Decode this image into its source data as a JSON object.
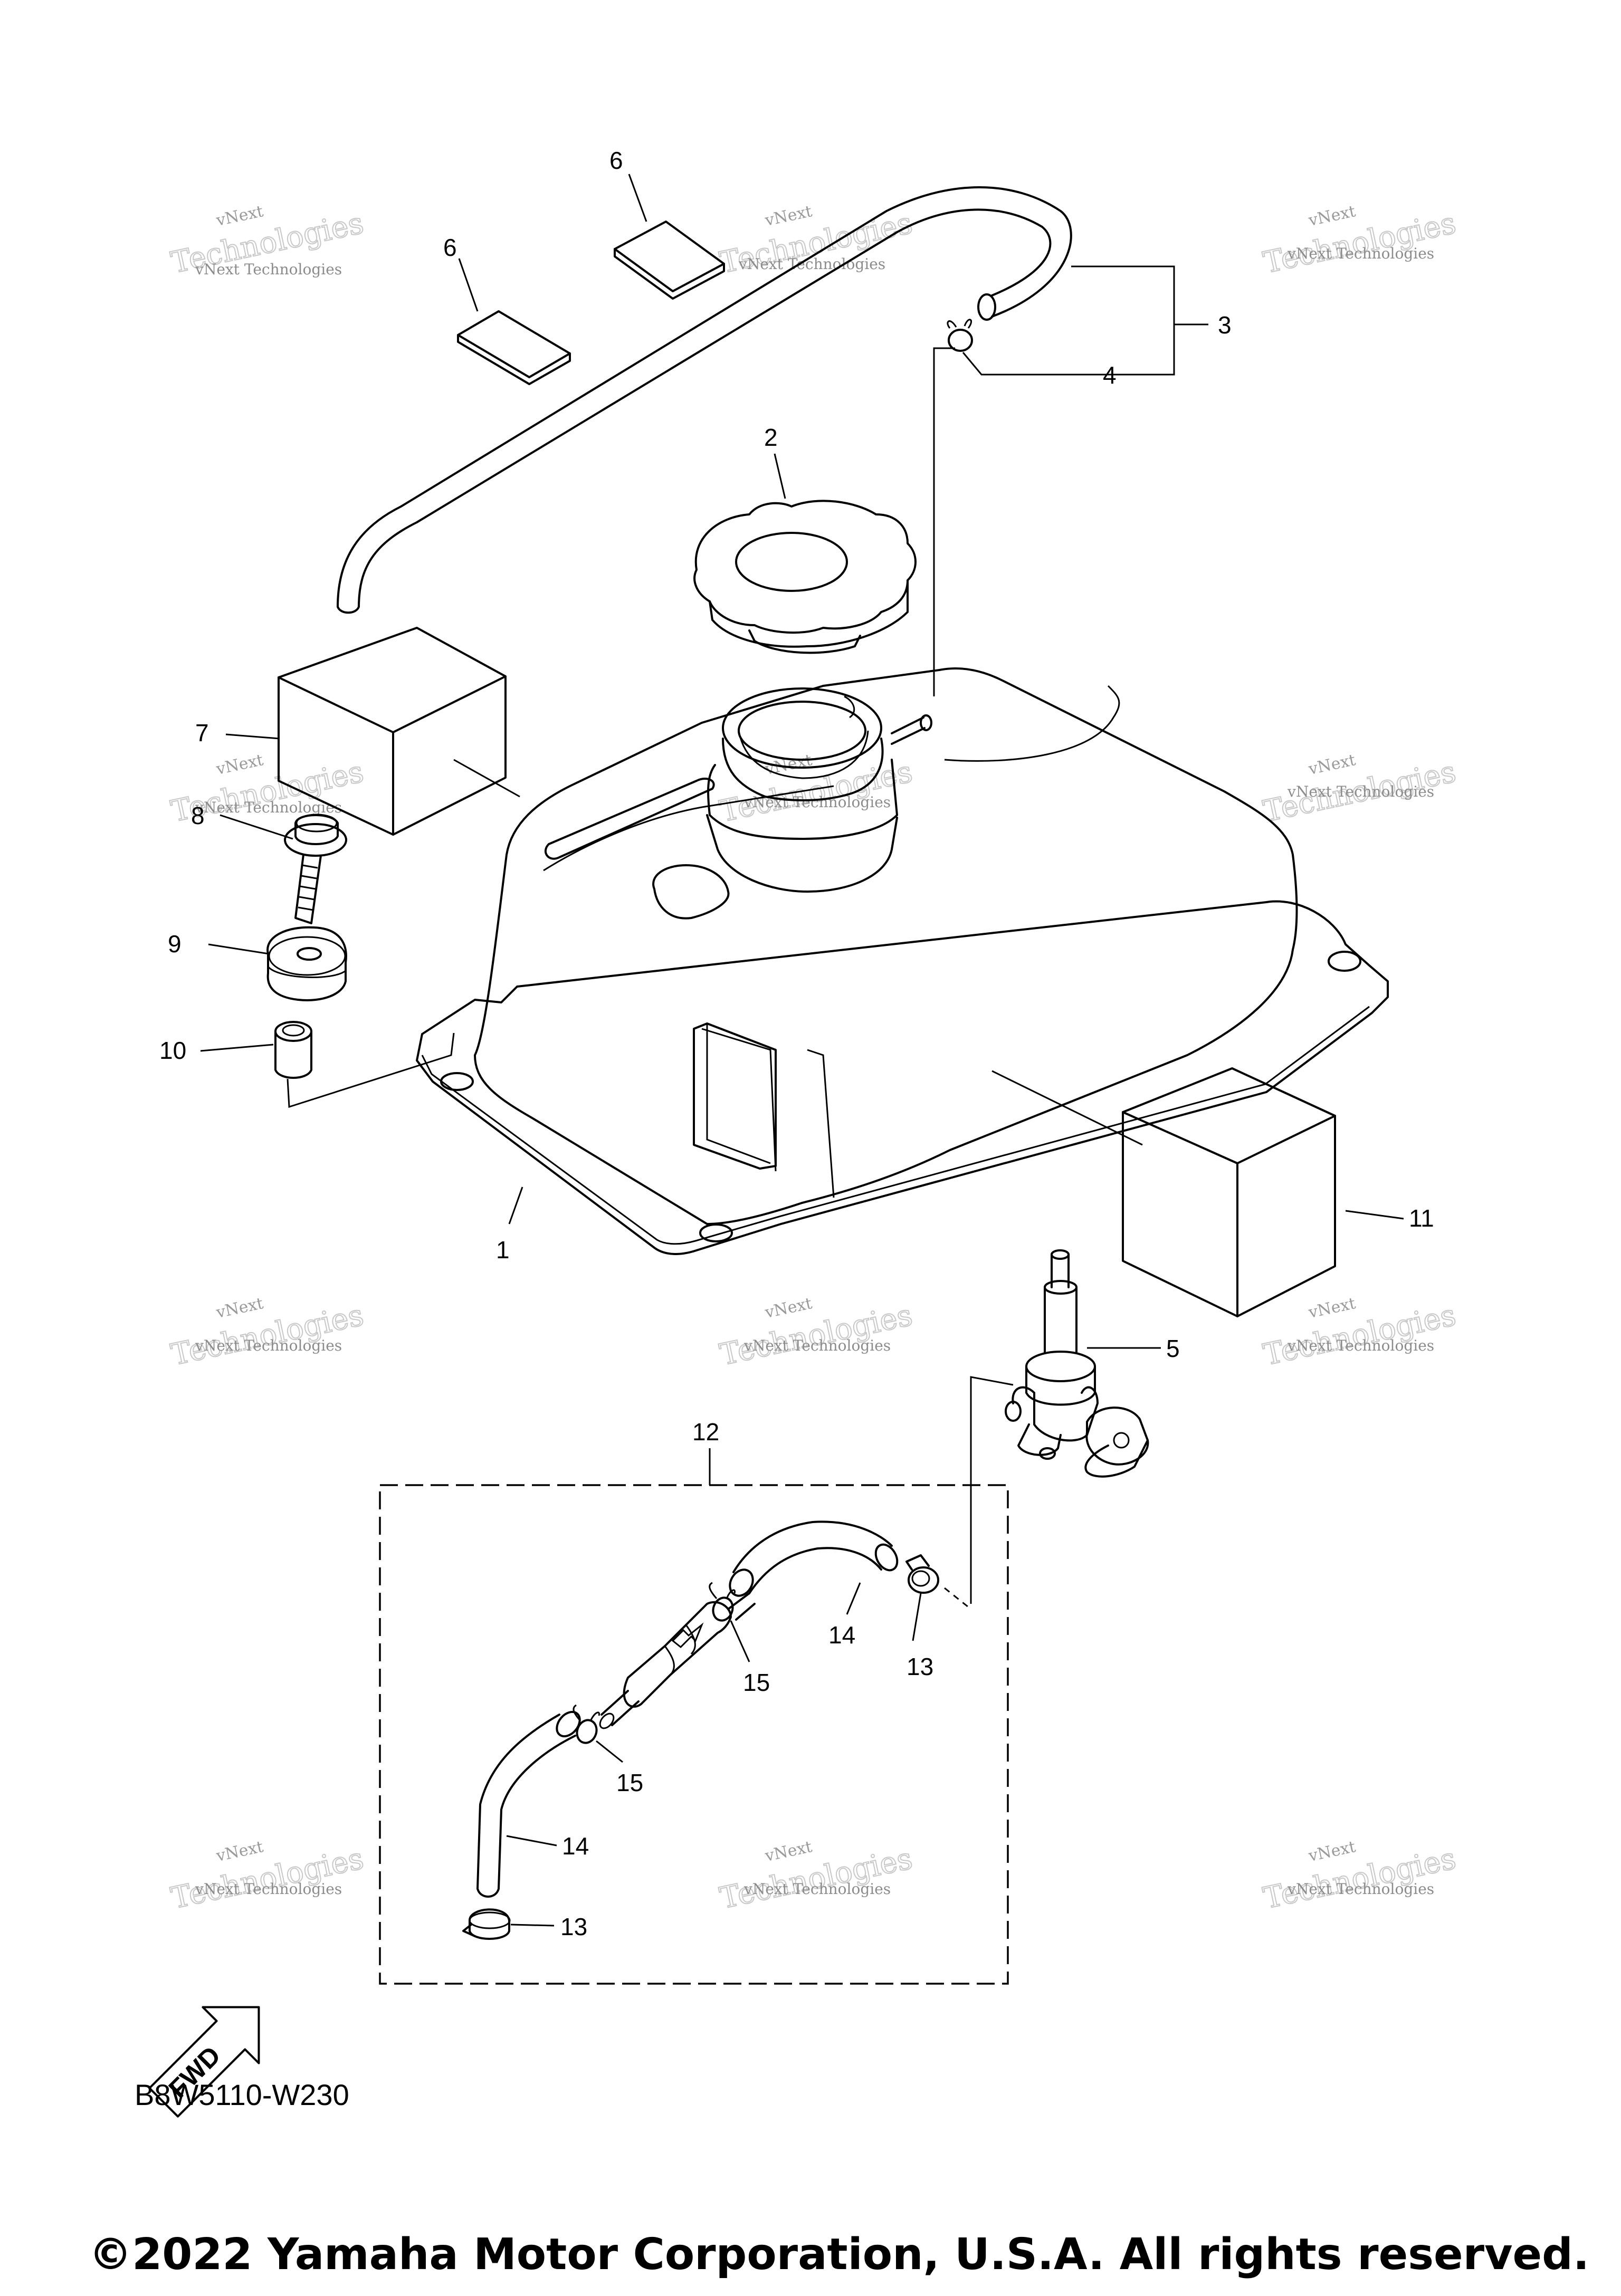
{
  "diagram": {
    "drawing_code": "B8W5110-W230",
    "copyright": "©2022 Yamaha Motor Corporation, U.S.A. All rights reserved.",
    "fwd_label": "FWD",
    "watermark": {
      "line1": "vNext",
      "line2": "Technologies",
      "sub": "vNext Technologies"
    },
    "callouts": [
      {
        "id": "c1",
        "label": "1"
      },
      {
        "id": "c2",
        "label": "2"
      },
      {
        "id": "c3",
        "label": "3"
      },
      {
        "id": "c4",
        "label": "4"
      },
      {
        "id": "c5",
        "label": "5"
      },
      {
        "id": "c6a",
        "label": "6"
      },
      {
        "id": "c6b",
        "label": "6"
      },
      {
        "id": "c7",
        "label": "7"
      },
      {
        "id": "c8",
        "label": "8"
      },
      {
        "id": "c9",
        "label": "9"
      },
      {
        "id": "c10",
        "label": "10"
      },
      {
        "id": "c11",
        "label": "11"
      },
      {
        "id": "c12",
        "label": "12"
      },
      {
        "id": "c13a",
        "label": "13"
      },
      {
        "id": "c13b",
        "label": "13"
      },
      {
        "id": "c14a",
        "label": "14"
      },
      {
        "id": "c14b",
        "label": "14"
      },
      {
        "id": "c15a",
        "label": "15"
      },
      {
        "id": "c15b",
        "label": "15"
      }
    ]
  }
}
